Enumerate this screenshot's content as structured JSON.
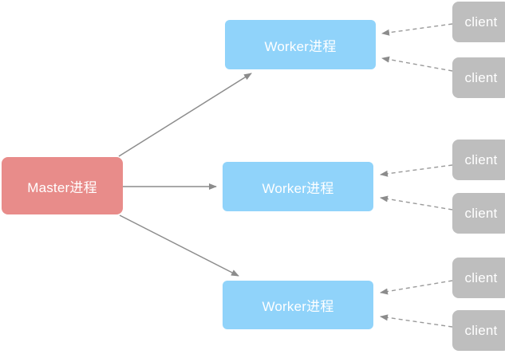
{
  "diagram": {
    "master": {
      "label": "Master进程"
    },
    "workers": [
      {
        "id": "worker1",
        "label": "Worker进程"
      },
      {
        "id": "worker2",
        "label": "Worker进程"
      },
      {
        "id": "worker3",
        "label": "Worker进程"
      }
    ],
    "clients": [
      {
        "id": "client1",
        "label": "client"
      },
      {
        "id": "client2",
        "label": "client"
      },
      {
        "id": "client3",
        "label": "client"
      },
      {
        "id": "client4",
        "label": "client"
      },
      {
        "id": "client5",
        "label": "client"
      },
      {
        "id": "client6",
        "label": "client"
      }
    ],
    "edges": [
      {
        "from": "master",
        "to": "worker1",
        "style": "solid-arrow"
      },
      {
        "from": "master",
        "to": "worker2",
        "style": "solid-arrow"
      },
      {
        "from": "master",
        "to": "worker3",
        "style": "solid-arrow"
      },
      {
        "from": "client1",
        "to": "worker1",
        "style": "dashed-arrow"
      },
      {
        "from": "client2",
        "to": "worker1",
        "style": "dashed-arrow"
      },
      {
        "from": "client3",
        "to": "worker2",
        "style": "dashed-arrow"
      },
      {
        "from": "client4",
        "to": "worker2",
        "style": "dashed-arrow"
      },
      {
        "from": "client5",
        "to": "worker3",
        "style": "dashed-arrow"
      },
      {
        "from": "client6",
        "to": "worker3",
        "style": "dashed-arrow"
      }
    ],
    "colors": {
      "master_fill": "#e88c8a",
      "worker_fill": "#90d3fa",
      "client_fill": "#bebebe",
      "node_text": "#ffffff",
      "edge_solid": "#8c8c8c",
      "edge_dashed": "#9a9a9a",
      "background": "#ffffff"
    }
  }
}
